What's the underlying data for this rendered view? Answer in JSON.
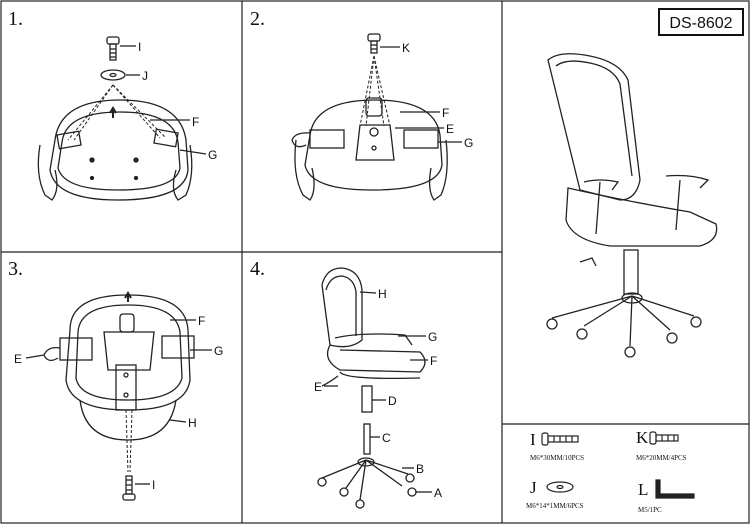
{
  "model": "DS-8602",
  "steps": [
    {
      "number": "1.",
      "labels": [
        "I",
        "J",
        "F",
        "G"
      ]
    },
    {
      "number": "2.",
      "labels": [
        "K",
        "F",
        "E",
        "G"
      ]
    },
    {
      "number": "3.",
      "labels": [
        "F",
        "E",
        "G",
        "H",
        "I"
      ]
    },
    {
      "number": "4.",
      "labels": [
        "H",
        "G",
        "F",
        "E",
        "D",
        "C",
        "B",
        "A"
      ]
    }
  ],
  "parts": [
    {
      "letter": "I",
      "spec": "M6*30MM/10PCS",
      "icon": "long-bolt-icon"
    },
    {
      "letter": "K",
      "spec": "M6*20MM/4PCS",
      "icon": "short-bolt-icon"
    },
    {
      "letter": "J",
      "spec": "M6*14*1MM/6PCS",
      "icon": "washer-icon"
    },
    {
      "letter": "L",
      "spec": "M5/1PC",
      "icon": "allen-key-icon"
    }
  ]
}
